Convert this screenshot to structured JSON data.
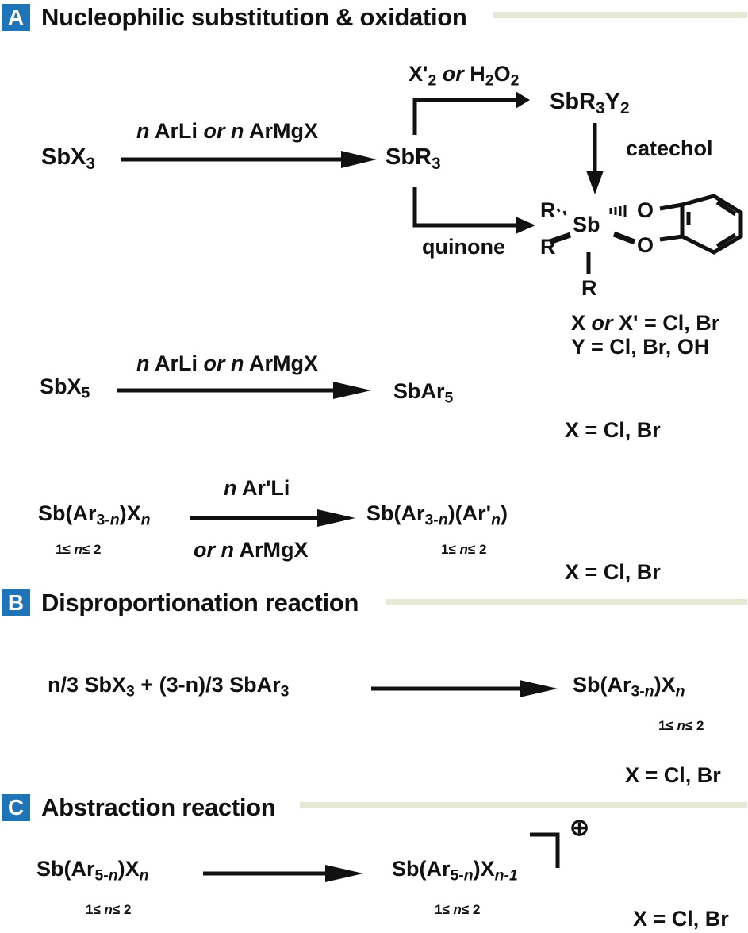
{
  "sections": [
    {
      "badge": "A",
      "title": "Nucleophilic substitution & oxidation"
    },
    {
      "badge": "B",
      "title": "Disproportionation reaction"
    },
    {
      "badge": "C",
      "title": "Abstraction reaction"
    }
  ],
  "section_a": {
    "reaction1": {
      "reactant": "SbX3",
      "reagent": "n ArLi or n ArMgX",
      "product": "SbR3",
      "upper_reagent": "X'2 or H2O2",
      "upper_product": "SbR3Y2",
      "down_reagent": "catechol",
      "lower_reagent": "quinone",
      "complex_atoms": {
        "center": "Sb",
        "ligand": "R",
        "oxygen": "O"
      },
      "conditions": [
        "X or X' = Cl, Br",
        "Y = Cl, Br, OH"
      ]
    },
    "reaction2": {
      "reactant": "SbX5",
      "reagent": "n ArLi or n ArMgX",
      "product": "SbAr5",
      "conditions": "X = Cl, Br"
    },
    "reaction3": {
      "reactant": "Sb(Ar3-n)Xn",
      "reagent_top": "n Ar'Li",
      "reagent_bottom": "or n ArMgX",
      "product": "Sb(Ar3-n)(Ar'n)",
      "range": "1≤ n≤ 2",
      "conditions": "X = Cl, Br"
    }
  },
  "section_b": {
    "reactants": "n/3 SbX3 + (3-n)/3 SbAr3",
    "product": "Sb(Ar3-n)Xn",
    "range": "1≤ n≤ 2",
    "conditions": "X = Cl, Br"
  },
  "section_c": {
    "reactant": "Sb(Ar5-n)Xn",
    "product": "Sb(Ar5-n)Xn-1",
    "charge": "⊕",
    "range": "1≤ n≤ 2",
    "conditions": "X = Cl, Br"
  },
  "colors": {
    "badge": "#1f73b7",
    "rule": "#e8e8d6",
    "ink": "#111111"
  }
}
